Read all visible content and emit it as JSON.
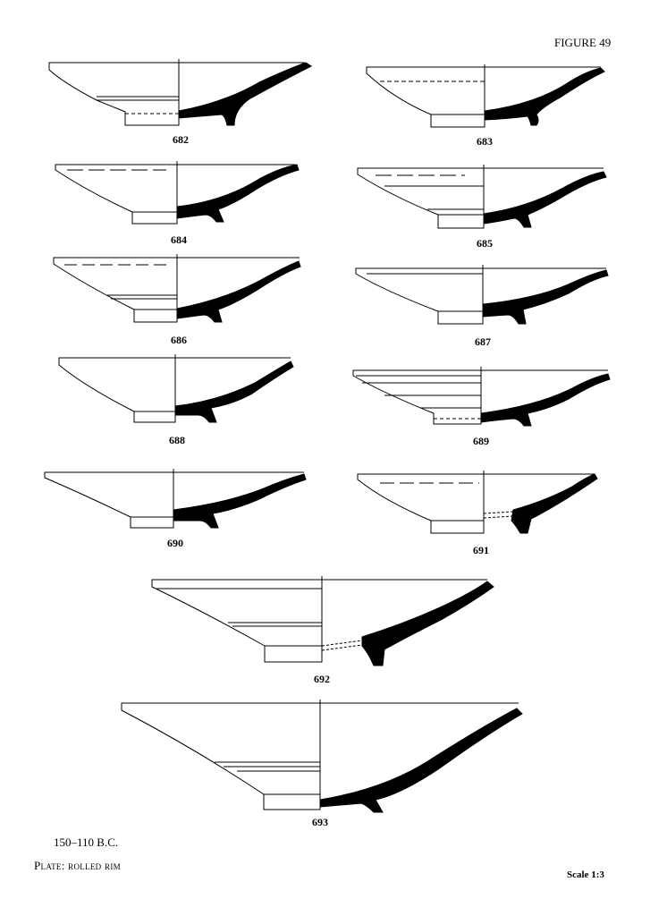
{
  "figure_title": "FIGURE 49",
  "date_range": "150–110 B.C.",
  "caption": "Plate: rolled rim",
  "scale": "Scale 1:3",
  "catalog_numbers": [
    "682",
    "683",
    "684",
    "685",
    "686",
    "687",
    "688",
    "689",
    "690",
    "691",
    "692",
    "693"
  ]
}
